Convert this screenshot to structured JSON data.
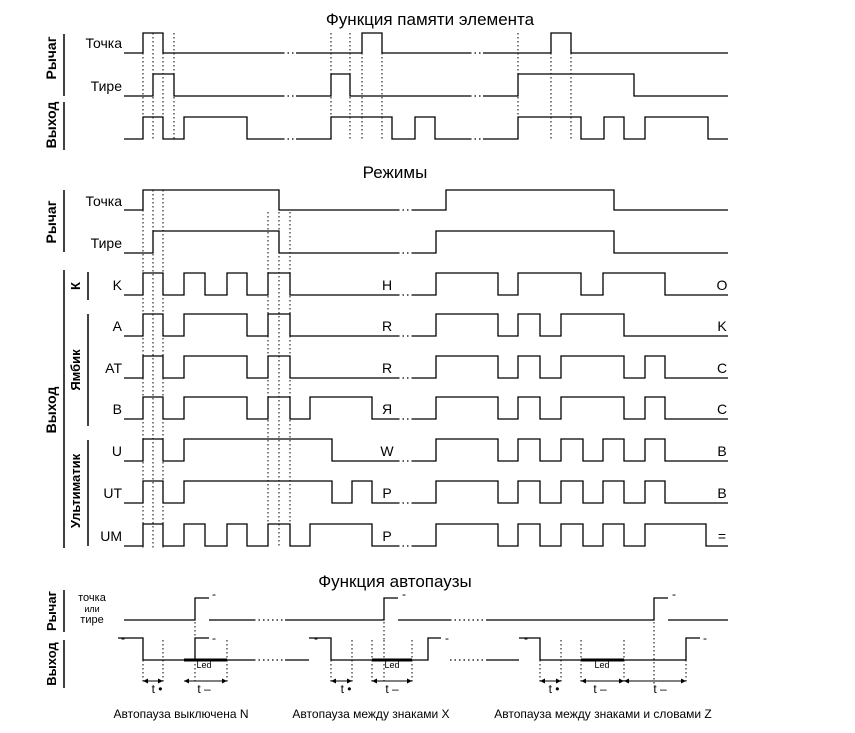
{
  "titles": {
    "memory": "Функция памяти элемента",
    "modes": "Режимы",
    "autopause": "Функция автопаузы"
  },
  "labels": {
    "lever": "Рычаг",
    "output": "Выход",
    "dot": "Точка",
    "dash": "Тире",
    "k_group": "К",
    "iambic_group": "Ямбик",
    "ultimatic_group": "Ультиматик",
    "dot_or_dash_1": "точка",
    "dot_or_dash_2": "или",
    "dot_or_dash_3": "тире"
  },
  "mode_rows": [
    {
      "mode": "K",
      "left_letter": "H",
      "right_letter": "O"
    },
    {
      "mode": "A",
      "left_letter": "R",
      "right_letter": "K"
    },
    {
      "mode": "AT",
      "left_letter": "R",
      "right_letter": "C"
    },
    {
      "mode": "B",
      "left_letter": "Я",
      "right_letter": "C"
    },
    {
      "mode": "U",
      "left_letter": "W",
      "right_letter": "B"
    },
    {
      "mode": "UT",
      "left_letter": "P",
      "right_letter": "B"
    },
    {
      "mode": "UM",
      "left_letter": "P",
      "right_letter": "="
    }
  ],
  "timing": {
    "t_dot": "t •",
    "t_dash": "t –",
    "led": "Led",
    "dash_mark": "-"
  },
  "captions": [
    "Автопауза выключена N",
    "Автопауза между знаками X",
    "Автопауза между знаками и словами Z"
  ]
}
